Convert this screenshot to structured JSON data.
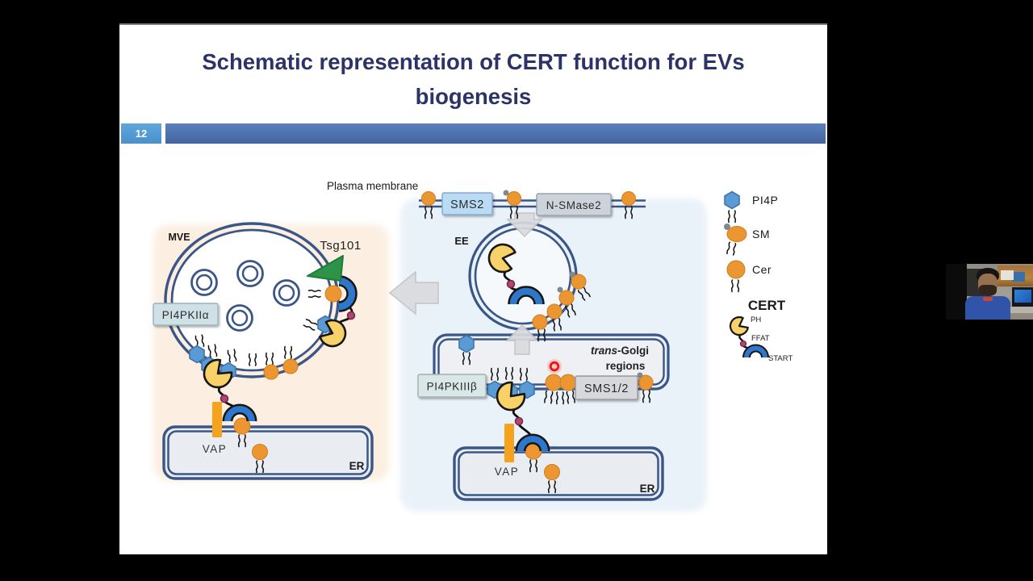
{
  "slide": {
    "title_line1": "Schematic representation of CERT function for EVs",
    "title_line2": "biogenesis",
    "number": "12"
  },
  "diagram": {
    "plasma_membrane": "Plasma membrane",
    "mve": "MVE",
    "tsg101": "Tsg101",
    "pi4pkii_alpha": "PI4PKIIα",
    "ee": "EE",
    "sms2": "SMS2",
    "n_smase2": "N-SMase2",
    "trans_italic": "trans",
    "trans_rest": "-Golgi",
    "trans_line2": "regions",
    "pi4pkiii_beta": "PI4PKIIIβ",
    "sms12": "SMS1/2",
    "vap_left": "VAP",
    "er_left": "ER",
    "vap_mid": "VAP",
    "er_mid": "ER"
  },
  "legend": {
    "pi4p": "PI4P",
    "sm": "SM",
    "cer": "Cer",
    "cert": "CERT",
    "ph": "PH",
    "ffat": "FFAT",
    "start": "START"
  },
  "colors": {
    "title": "#2c3366",
    "accent_bar": "#4a70ad",
    "slide_number_bg": "#55a0d8",
    "membrane_navy": "#3a5687",
    "lipid_orange": "#ec9631",
    "pi4p_blue": "#5b9bd5",
    "ph_yellow": "#f8d169",
    "start_blue": "#2e77cc",
    "tsg101_green": "#2d9348",
    "ffat_magenta": "#b5436f",
    "highlight_red": "#e91414",
    "mve_region_bg": "#fcefe2",
    "endosome_region_bg": "#e9f1f9"
  }
}
